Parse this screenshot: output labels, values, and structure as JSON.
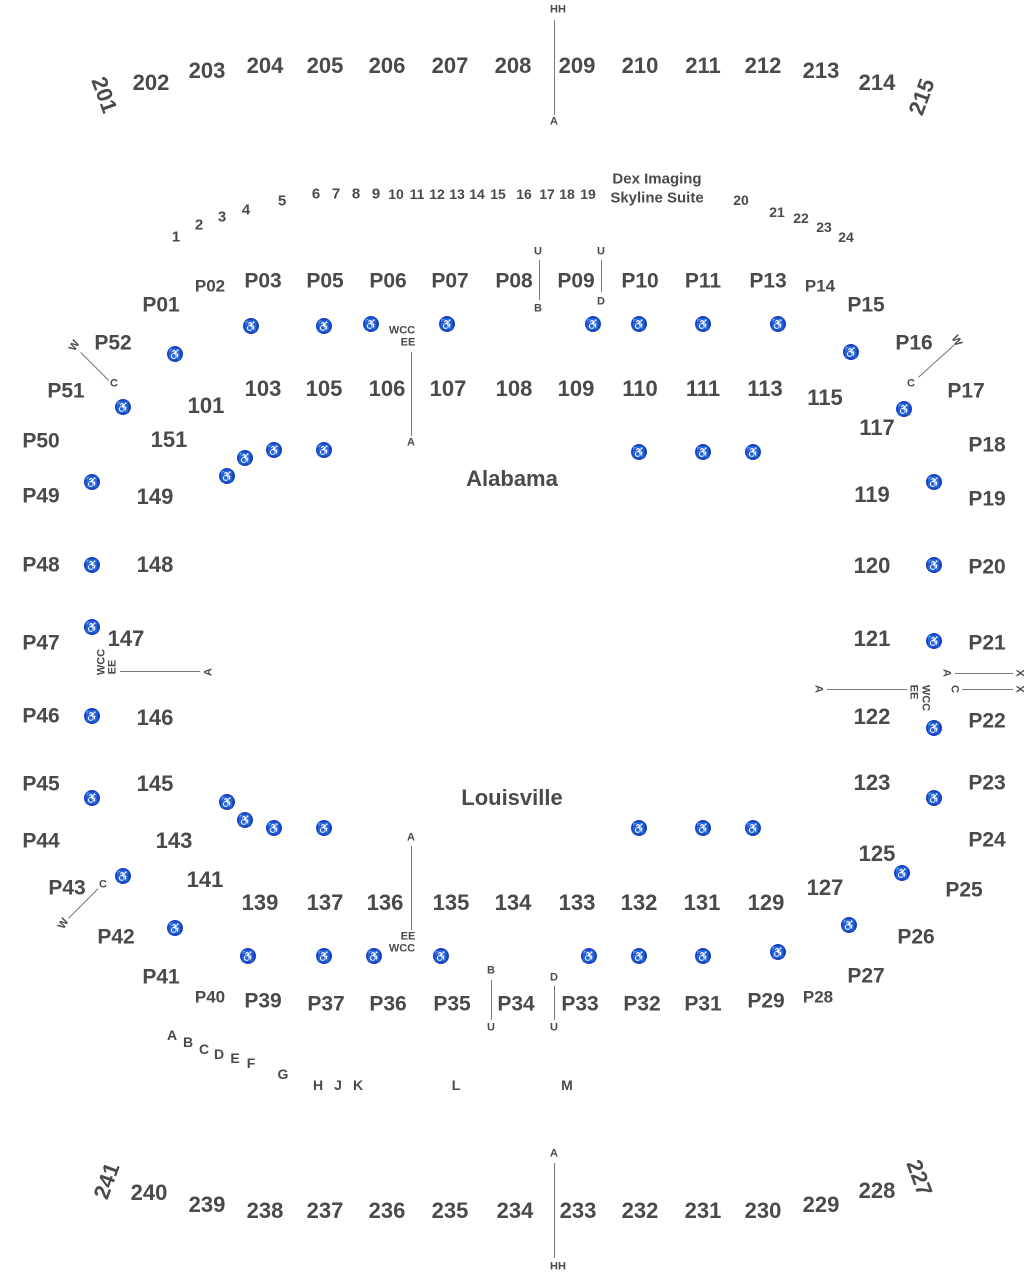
{
  "teams": {
    "top": "Alabama",
    "bottom": "Louisville"
  },
  "suite": {
    "line1": "Dex Imaging",
    "line2": "Skyline Suite"
  },
  "upper_top": [
    "201",
    "202",
    "203",
    "204",
    "205",
    "206",
    "207",
    "208",
    "209",
    "210",
    "211",
    "212",
    "213",
    "214",
    "215"
  ],
  "upper_bottom": [
    "241",
    "240",
    "239",
    "238",
    "237",
    "236",
    "235",
    "234",
    "233",
    "232",
    "231",
    "230",
    "229",
    "228",
    "227"
  ],
  "boxes": [
    "1",
    "2",
    "3",
    "4",
    "5",
    "6",
    "7",
    "8",
    "9",
    "10",
    "11",
    "12",
    "13",
    "14",
    "15",
    "16",
    "17",
    "18",
    "19",
    "20",
    "21",
    "22",
    "23",
    "24"
  ],
  "platform_top": [
    "P01",
    "P02",
    "P03",
    "P05",
    "P06",
    "P07",
    "P08",
    "P09",
    "P10",
    "P11",
    "P13",
    "P14",
    "P15",
    "P16",
    "P17",
    "P52",
    "P51"
  ],
  "platform_sides": [
    "P50",
    "P49",
    "P48",
    "P47",
    "P46",
    "P45",
    "P44",
    "P18",
    "P19",
    "P20",
    "P21",
    "P22",
    "P23",
    "P24"
  ],
  "platform_bottom": [
    "P43",
    "P42",
    "P41",
    "P40",
    "P39",
    "P37",
    "P36",
    "P35",
    "P34",
    "P33",
    "P32",
    "P31",
    "P29",
    "P28",
    "P27",
    "P26",
    "P25"
  ],
  "lower_top": [
    "101",
    "103",
    "105",
    "106",
    "107",
    "108",
    "109",
    "110",
    "111",
    "113",
    "115",
    "117",
    "151"
  ],
  "lower_sides": [
    "149",
    "148",
    "147",
    "146",
    "145",
    "143",
    "119",
    "120",
    "121",
    "122",
    "123",
    "125"
  ],
  "lower_bottom": [
    "141",
    "139",
    "137",
    "136",
    "135",
    "134",
    "133",
    "132",
    "131",
    "129",
    "127"
  ],
  "rows": [
    "A",
    "B",
    "C",
    "D",
    "E",
    "F",
    "G",
    "H",
    "J",
    "K",
    "L",
    "M"
  ],
  "aisle_marks": {
    "hh": "HH",
    "a": "A",
    "u": "U",
    "b": "B",
    "d": "D",
    "wcc": "WCC",
    "ee": "EE",
    "w": "W",
    "c": "C",
    "x": "X"
  },
  "wheelchair_icon": "wheelchair-icon",
  "wheelchair_color": "#1a3fc4"
}
